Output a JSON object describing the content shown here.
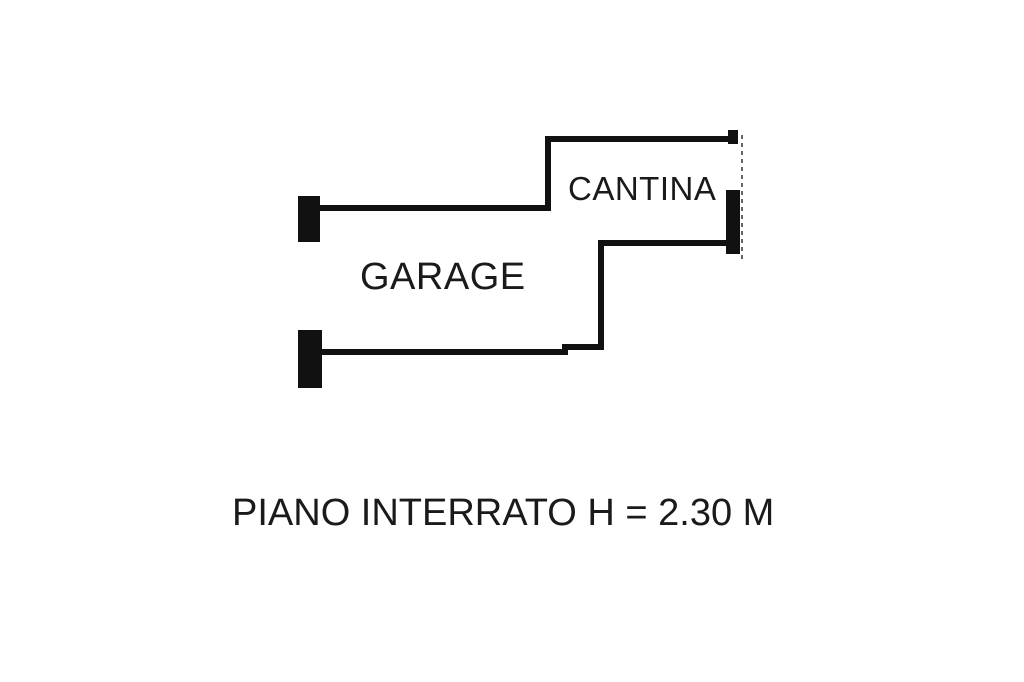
{
  "plan": {
    "rooms": [
      {
        "label": "GARAGE"
      },
      {
        "label": "CANTINA"
      }
    ],
    "caption": "PIANO INTERRATO H = 2.30 M",
    "wall_color": "#111111"
  }
}
